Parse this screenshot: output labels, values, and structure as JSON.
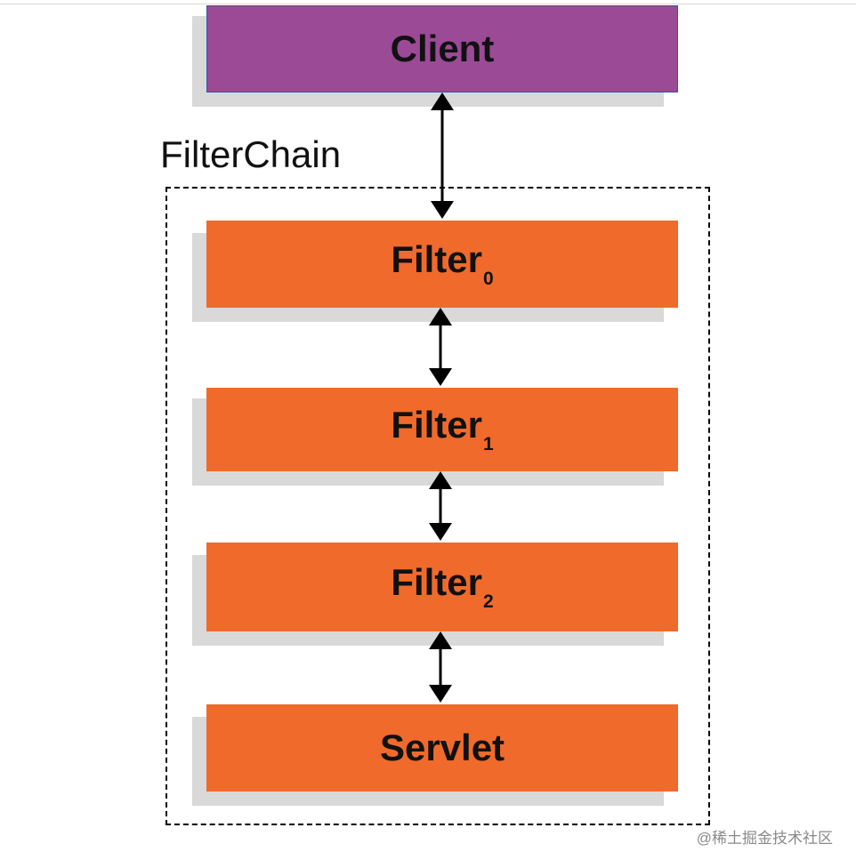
{
  "diagram": {
    "client": {
      "label": "Client"
    },
    "chain": {
      "label": "FilterChain"
    },
    "filters": [
      {
        "name": "Filter",
        "index": "0"
      },
      {
        "name": "Filter",
        "index": "1"
      },
      {
        "name": "Filter",
        "index": "2"
      }
    ],
    "servlet": {
      "label": "Servlet"
    },
    "colors": {
      "client": "#9b4a96",
      "filter": "#f06a2b",
      "shadow": "#d9d9d9"
    }
  },
  "watermark": "@稀土掘金技术社区"
}
